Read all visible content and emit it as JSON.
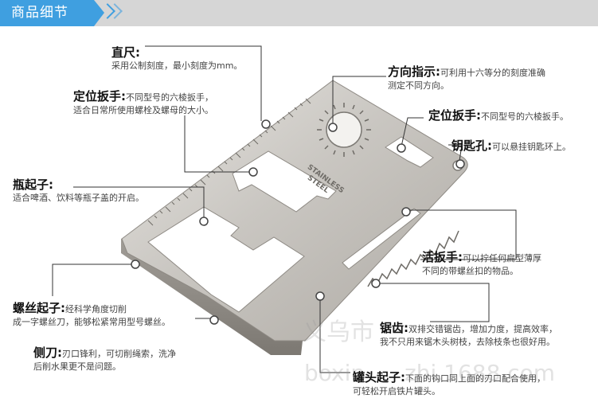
{
  "header": {
    "title": "商品细节"
  },
  "card": {
    "engraving": [
      "STAINLESS",
      "STEEL"
    ]
  },
  "annotations": [
    {
      "id": "ruler",
      "title": "直尺:",
      "desc1": "采用公制刻度，最小刻度为mm。",
      "desc2": ""
    },
    {
      "id": "positioning-wrench-left",
      "title": "定位扳手:",
      "desc1": "不同型号的六棱扳手，",
      "desc2": "适合日常所使用螺栓及螺母的大小。"
    },
    {
      "id": "bottle-opener",
      "title": "瓶起子:",
      "desc1": "适合啤酒、饮料等瓶子盖的开启。",
      "desc2": ""
    },
    {
      "id": "screwdriver",
      "title": "螺丝起子:",
      "desc1": "经科学角度切削",
      "desc2": "成一字螺丝刀，能够松紧常用型号螺丝。"
    },
    {
      "id": "side-blade",
      "title": "侧刀:",
      "desc1": "刃口锋利，可切削绳索，洗净",
      "desc2": "后削水果更不是问题。"
    },
    {
      "id": "direction",
      "title": "方向指示:",
      "desc1": "可利用十六等分的刻度准确",
      "desc2": "测定不同方向。"
    },
    {
      "id": "positioning-wrench-right",
      "title": "定位扳手:",
      "desc1": "不同型号的六棱扳手。",
      "desc2": ""
    },
    {
      "id": "key-hole",
      "title": "钥匙孔:",
      "desc1": "可以悬挂钥匙环上。",
      "desc2": ""
    },
    {
      "id": "flat-wrench",
      "title": "活扳手:",
      "desc1": "可以拧任何扁型薄厚",
      "desc2": "不同的带螺丝扣的物品。"
    },
    {
      "id": "saw",
      "title": "锯齿:",
      "desc1": "双排交错锯齿，增加力度，提高效率，",
      "desc2": "我不只用来锯木头树枝，去除枝条也很好用。"
    },
    {
      "id": "can-opener",
      "title": "罐头起子:",
      "desc1": "下面的钩口同上面的刃口配合使用，",
      "desc2": "可轻松开启铁片罐头。"
    }
  ],
  "watermark": {
    "line1": "义乌市",
    "line2": "boxin",
    "line3": "zhi.1688.com"
  }
}
